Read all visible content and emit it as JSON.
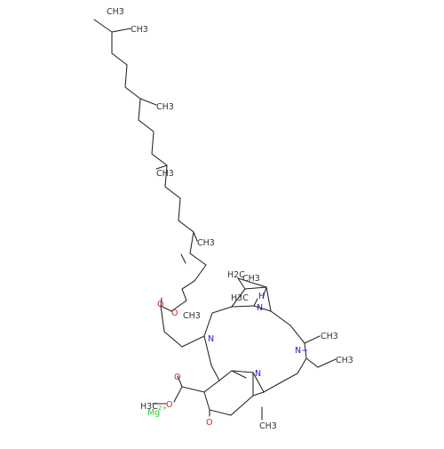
{
  "colors": {
    "bond": "#222222",
    "carbon_text": "#333333",
    "nitrogen": "#2222cc",
    "oxygen": "#cc2222",
    "magnesium": "#33cc33",
    "background": "#ffffff"
  },
  "labels": {
    "ch3": "CH3",
    "h3c": "H3C",
    "h2c": "H2C",
    "n": "N",
    "n_minus": "N−",
    "h": "H",
    "o": "O",
    "mg": "Mg",
    "mg_charge": "2+"
  }
}
